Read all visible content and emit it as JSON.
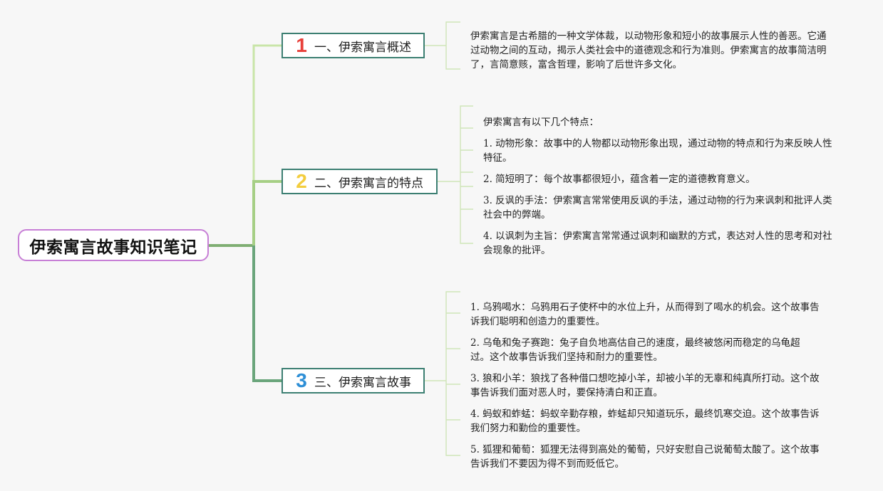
{
  "root": {
    "title": "伊索寓言故事知识笔记"
  },
  "branches": [
    {
      "num": "1",
      "num_color": "#e8403a",
      "label": "一、伊索寓言概述",
      "leaves": [
        "伊索寓言是古希腊的一种文学体裁，以动物形象和短小的故事展示人性的善恶。它通过动物之间的互动，揭示人类社会中的道德观念和行为准则。伊索寓言的故事简洁明了，言简意赅，富含哲理，影响了后世许多文化。"
      ]
    },
    {
      "num": "2",
      "num_color": "#f3cd3e",
      "label": "二、伊索寓言的特点",
      "leaves": [
        "伊索寓言有以下几个特点：",
        "1. 动物形象：故事中的人物都以动物形象出现，通过动物的特点和行为来反映人性特征。",
        "2. 简短明了：每个故事都很短小，蕴含着一定的道德教育意义。",
        "3. 反讽的手法：伊索寓言常常使用反讽的手法，通过动物的行为来讽刺和批评人类社会中的弊端。",
        "4. 以讽刺为主旨：伊索寓言常常通过讽刺和幽默的方式，表达对人性的思考和对社会现象的批评。"
      ]
    },
    {
      "num": "3",
      "num_color": "#2e8fd6",
      "label": "三、伊索寓言故事",
      "leaves": [
        "1. 乌鸦喝水：乌鸦用石子使杯中的水位上升，从而得到了喝水的机会。这个故事告诉我们聪明和创造力的重要性。",
        "2. 乌龟和兔子赛跑：兔子自负地高估自己的速度，最终被悠闲而稳定的乌龟超过。这个故事告诉我们坚持和耐力的重要性。",
        "3. 狼和小羊：狼找了各种借口想吃掉小羊，却被小羊的无辜和纯真所打动。这个故事告诉我们面对恶人时，要保持清白和正直。",
        "4. 蚂蚁和蚱蜢：蚂蚁辛勤存粮，蚱蜢却只知道玩乐，最终饥寒交迫。这个故事告诉我们努力和勤俭的重要性。",
        "5. 狐狸和葡萄：狐狸无法得到高处的葡萄，只好安慰自己说葡萄太酸了。这个故事告诉我们不要因为得不到而贬低它。"
      ]
    }
  ],
  "colors": {
    "trunk": "#7fb07a",
    "branch_border": "#3c7f72",
    "root_border": "#c77fd6",
    "leaf_line": "#cfe5b8"
  }
}
